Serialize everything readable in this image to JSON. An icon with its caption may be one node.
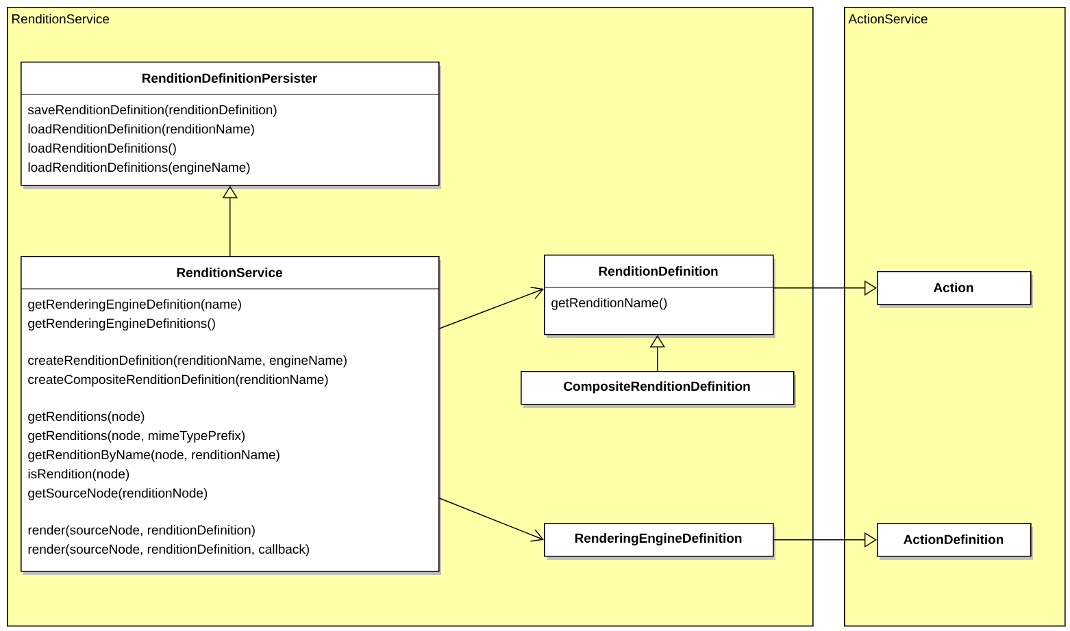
{
  "diagram": {
    "nodes": [
      {
        "text": [
          "RenditionService"
        ]
      },
      {
        "text": [
          "RenditionDefinitionPersister",
          "saveRenditionDefinition(renditionDefinition)",
          "loadRenditionDefinition(renditionName)",
          "loadRenditionDefinitions()",
          "loadRenditionDefinitions(engineName)"
        ],
        "in": 0
      },
      {
        "text": [
          "RenditionService",
          "getRenderingEngineDefinition(name)",
          "getRenderingEngineDefinitions()",
          "createRenditionDefinition(renditionName, engineName)",
          "createCompositeRenditionDefinition(renditionName)",
          "getRenditions(node)",
          "getRenditions(node, mimeTypePrefix)",
          "getRenditionByName(node, renditionName)",
          "isRendition(node)",
          "getSourceNode(renditionNode)",
          "render(sourceNode, renditionDefinition)",
          "render(sourceNode, renditionDefinition, callback)"
        ],
        "in": 0
      },
      {
        "text": [
          "RenditionDefinition",
          "getRenditionName()"
        ],
        "in": 0
      },
      {
        "text": [
          "CompositeRenditionDefinition"
        ],
        "in": 0
      },
      {
        "text": [
          "RenderingEngineDefinition"
        ],
        "in": 0
      },
      {
        "text": [
          "ActionService"
        ]
      },
      {
        "text": [
          "Action"
        ],
        "in": 6
      },
      {
        "text": [
          "ActionDefinition"
        ],
        "in": 6
      }
    ],
    "edges": [
      {
        "from": 2,
        "to": 1,
        "arrow": "to"
      },
      {
        "from": 2,
        "to": 3,
        "arrow": "to"
      },
      {
        "from": 4,
        "to": 3,
        "arrow": "to"
      },
      {
        "from": 2,
        "to": 5,
        "arrow": "to"
      },
      {
        "from": 3,
        "to": 7,
        "arrow": "to"
      },
      {
        "from": 5,
        "to": 8,
        "arrow": "to"
      }
    ]
  }
}
